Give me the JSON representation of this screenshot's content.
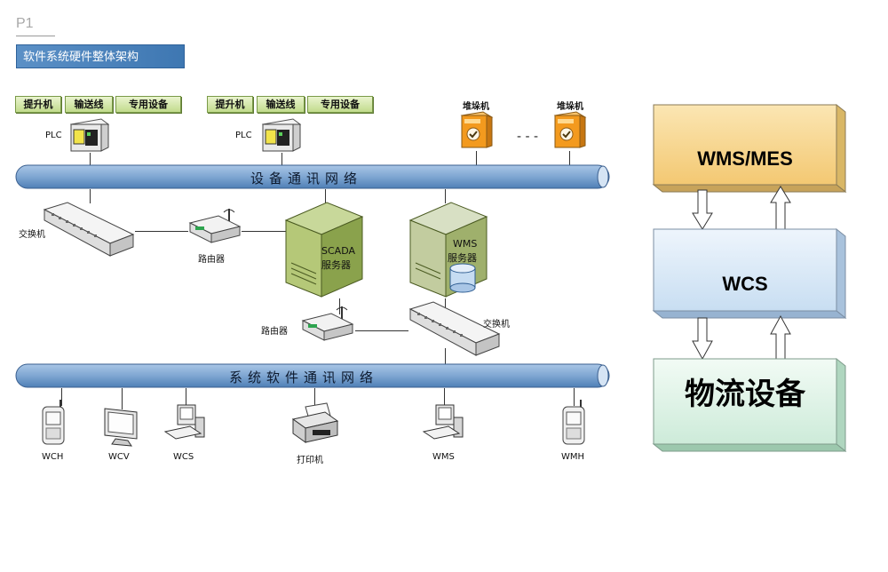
{
  "header": {
    "page_num": "P1",
    "section_title": "软件系统硬件整体架构"
  },
  "group1": {
    "items": [
      "提升机",
      "输送线",
      "专用设备"
    ],
    "plc_label": "PLC"
  },
  "group2": {
    "items": [
      "提升机",
      "输送线",
      "专用设备"
    ],
    "plc_label": "PLC"
  },
  "stacker": {
    "label1": "堆垛机",
    "label2": "堆垛机",
    "ellipsis": "- - -"
  },
  "device_bus": {
    "label": "设备通讯网络"
  },
  "system_bus": {
    "label": "系统软件通讯网络"
  },
  "network": {
    "switch1": "交换机",
    "router1": "路由器",
    "scada_line1": "SCADA",
    "scada_line2": "服务器",
    "wms_line1": "WMS",
    "wms_line2": "服务器",
    "router2": "路由器",
    "switch2": "交换机"
  },
  "terminals": {
    "wch": "WCH",
    "wcv": "WCV",
    "wcs": "WCS",
    "printer": "打印机",
    "wms": "WMS",
    "wmh": "WMH"
  },
  "stack": {
    "top": "WMS/MES",
    "middle": "WCS",
    "bottom": "物流设备"
  },
  "colors": {
    "bus": "#7fa6d2",
    "green_box": "#c1db8c",
    "server": "#a9c070",
    "stack_top": "#fbe6b3",
    "stack_mid": "#dbeaf7",
    "stack_bot": "#e3f5ea"
  }
}
